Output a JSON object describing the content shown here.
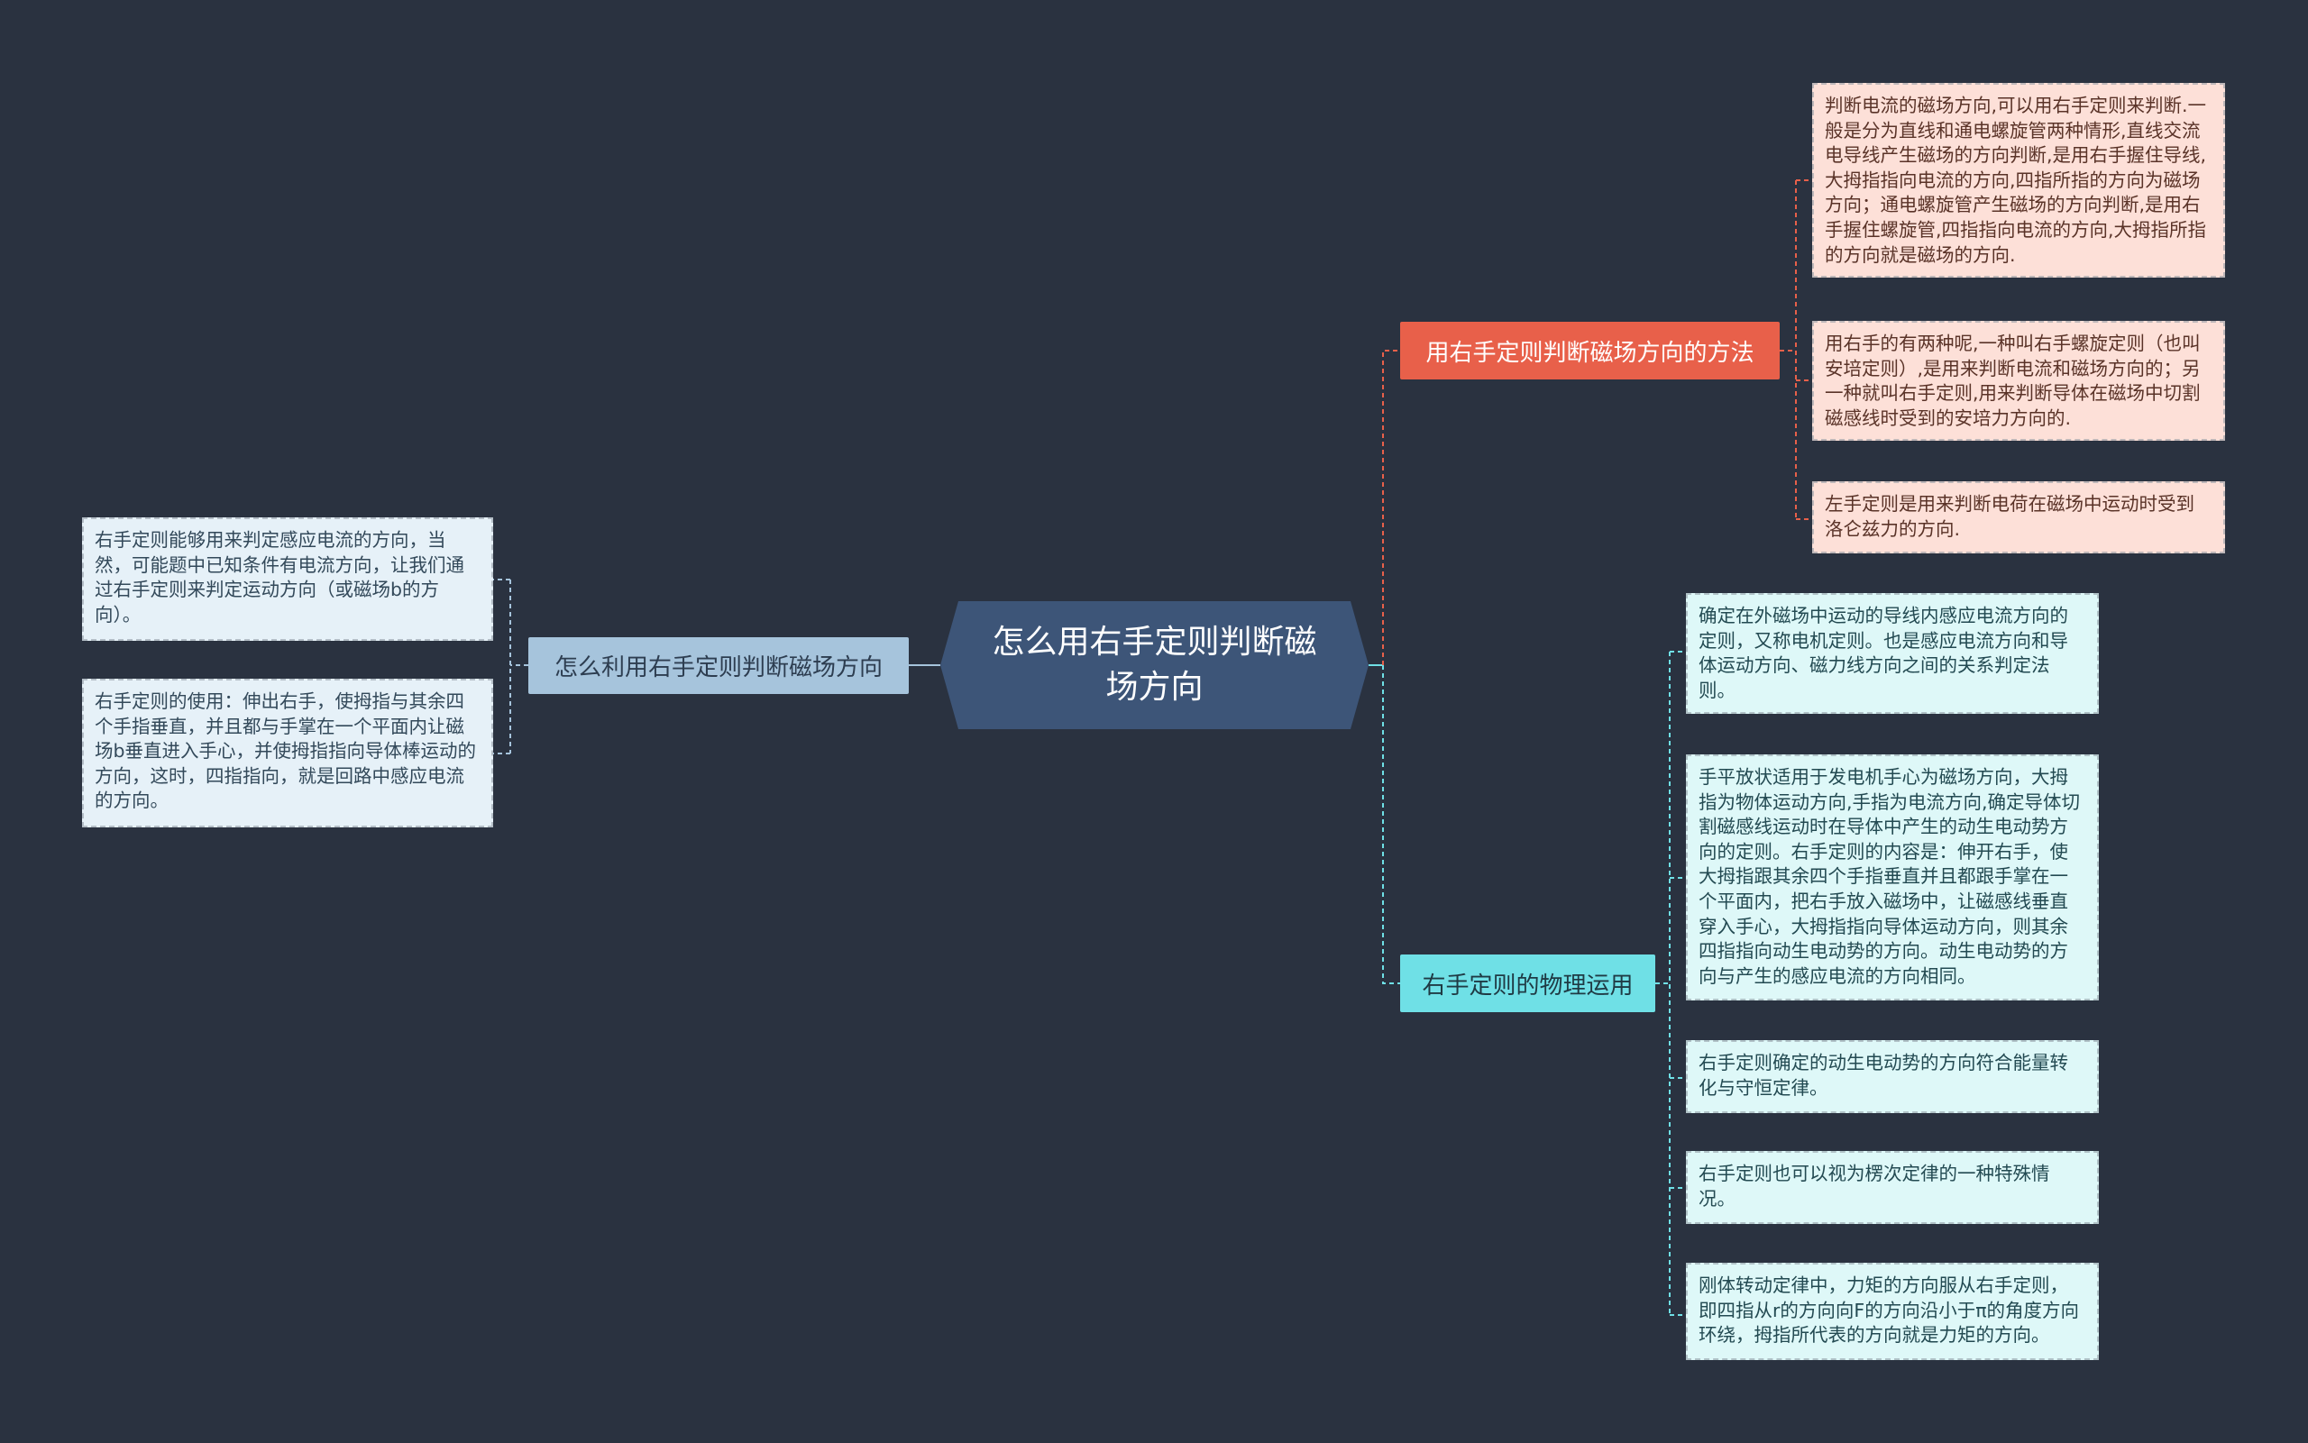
{
  "root": {
    "title": "怎么用右手定则判断磁场方向"
  },
  "branches": {
    "left": {
      "label": "怎么利用右手定则判断磁场方向",
      "color": "#a6c4dc",
      "leaves": [
        "右手定则能够用来判定感应电流的方向，当然，可能题中已知条件有电流方向，让我们通过右手定则来判定运动方向（或磁场b的方向）。",
        "右手定则的使用：伸出右手，使拇指与其余四个手指垂直，并且都与手掌在一个平面内让磁场b垂直进入手心，并使拇指指向导体棒运动的方向，这时，四指指向，就是回路中感应电流的方向。"
      ]
    },
    "top": {
      "label": "用右手定则判断磁场方向的方法",
      "color": "#e8604a",
      "leaves": [
        "判断电流的磁场方向,可以用右手定则来判断.一般是分为直线和通电螺旋管两种情形,直线交流电导线产生磁场的方向判断,是用右手握住导线,大拇指指向电流的方向,四指所指的方向为磁场方向；通电螺旋管产生磁场的方向判断,是用右手握住螺旋管,四指指向电流的方向,大拇指所指的方向就是磁场的方向.",
        "用右手的有两种呢,一种叫右手螺旋定则（也叫安培定则）,是用来判断电流和磁场方向的；另一种就叫右手定则,用来判断导体在磁场中切割磁感线时受到的安培力方向的.",
        "左手定则是用来判断电荷在磁场中运动时受到洛仑兹力的方向."
      ]
    },
    "bottom": {
      "label": "右手定则的物理运用",
      "color": "#6fe0e6",
      "leaves": [
        "确定在外磁场中运动的导线内感应电流方向的定则，又称电机定则。也是感应电流方向和导体运动方向、磁力线方向之间的关系判定法则。",
        "手平放状适用于发电机手心为磁场方向，大拇指为物体运动方向,手指为电流方向,确定导体切割磁感线运动时在导体中产生的动生电动势方向的定则。右手定则的内容是：伸开右手，使大拇指跟其余四个手指垂直并且都跟手掌在一个平面内，把右手放入磁场中，让磁感线垂直穿入手心，大拇指指向导体运动方向，则其余四指指向动生电动势的方向。动生电动势的方向与产生的感应电流的方向相同。",
        "右手定则确定的动生电动势的方向符合能量转化与守恒定律。",
        "右手定则也可以视为楞次定律的一种特殊情况。",
        "刚体转动定律中，力矩的方向服从右手定则，即四指从r的方向向F的方向沿小于π的角度方向环绕，拇指所代表的方向就是力矩的方向。"
      ]
    }
  }
}
